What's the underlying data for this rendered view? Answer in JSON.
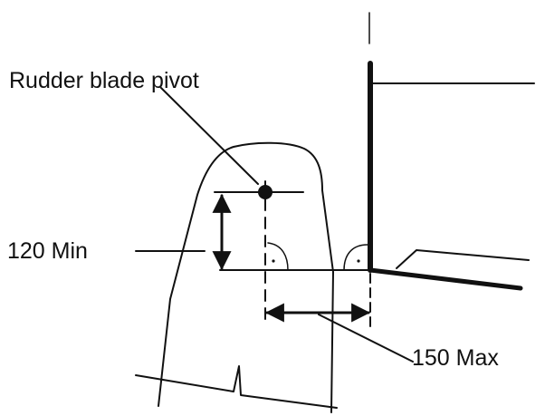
{
  "labels": {
    "pivot": "Rudder blade pivot",
    "min_dim": "120 Min",
    "max_dim": "150 Max"
  },
  "colors": {
    "ink": "#111111",
    "background": "#ffffff"
  }
}
